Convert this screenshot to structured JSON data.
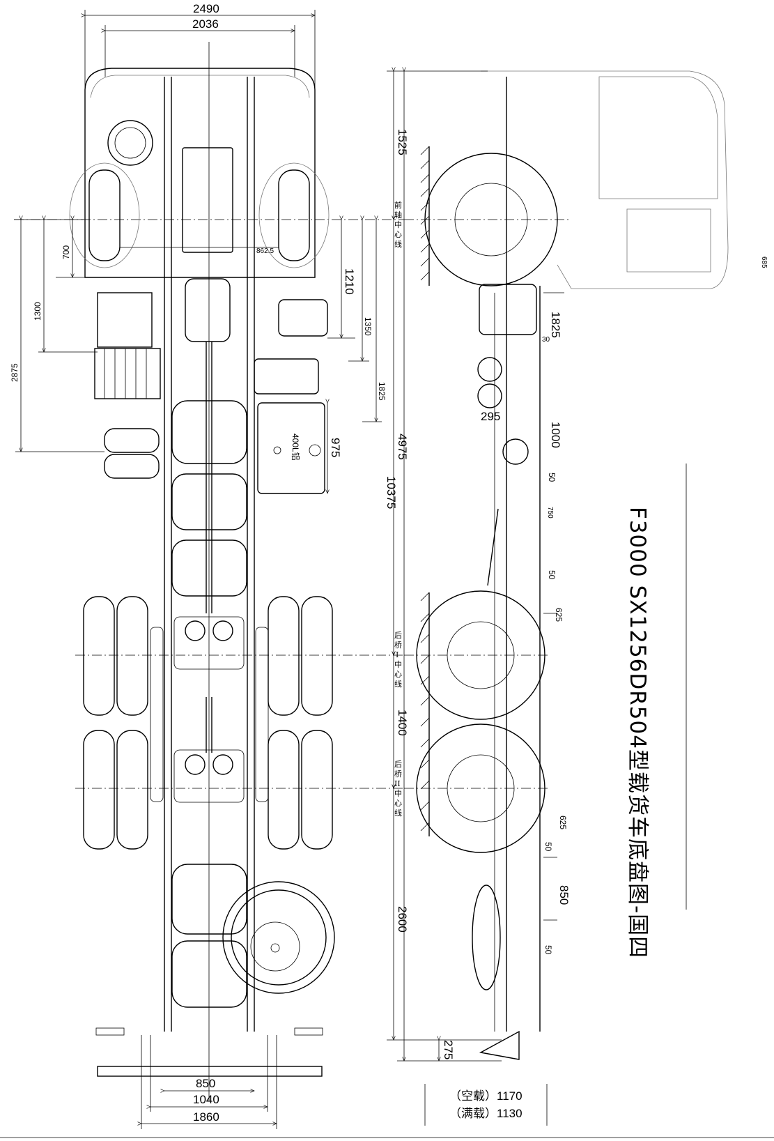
{
  "title": "F3000 SX1256DR504型载货车底盘图-国四",
  "top_view": {
    "overall_width": "2490",
    "cab_width": "2036",
    "dim_700": "700",
    "dim_1300": "1300",
    "dim_2875": "2875",
    "dim_1210": "1210",
    "dim_1350": "1350",
    "dim_1825": "1825",
    "dim_975": "975",
    "dim_862": "862.5",
    "tank_label": "400L铝",
    "frame_inner": "850",
    "frame_mid": "1040",
    "frame_outer": "1860"
  },
  "side_view": {
    "dim_1525": "1525",
    "dim_4975": "4975",
    "dim_10375": "10375",
    "dim_1400": "1400",
    "dim_2600": "2600",
    "dim_1825": "1825",
    "dim_30": "30",
    "dim_295": "295",
    "dim_1000": "1000",
    "dim_50a": "50",
    "dim_750": "750",
    "dim_50b": "50",
    "dim_625a": "625",
    "dim_625b": "625",
    "dim_50c": "50",
    "dim_850": "850",
    "dim_50d": "50",
    "dim_275": "275",
    "dim_685": "685",
    "unloaded_label": "（空载）1170",
    "loaded_label": "（满载）1130"
  },
  "axle_labels": {
    "front": [
      "前",
      "轴",
      "中",
      "心",
      "线"
    ],
    "rear1": [
      "后",
      "桥",
      "I",
      "中",
      "心",
      "线"
    ],
    "rear2": [
      "后",
      "桥",
      "II",
      "中",
      "心",
      "线"
    ]
  }
}
